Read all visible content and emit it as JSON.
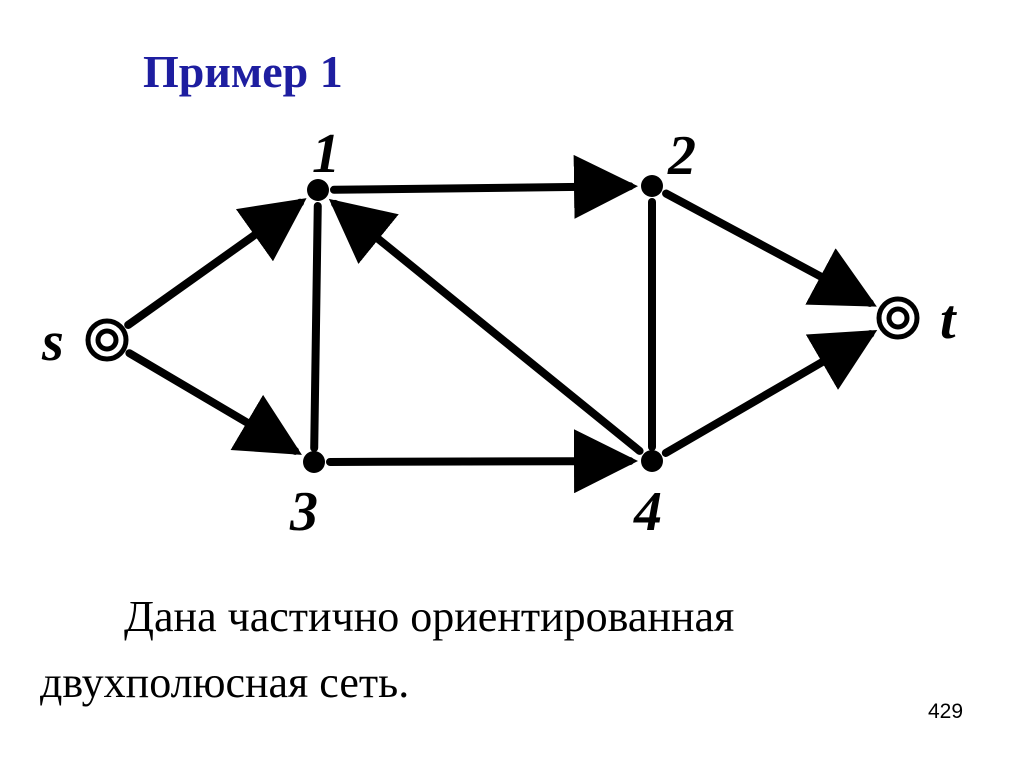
{
  "slide": {
    "title": "Пример 1",
    "description": "Дана частично ориентированная двухполюсная сеть.",
    "page_number": "429"
  },
  "graph": {
    "nodes": [
      {
        "id": "s",
        "label": "s",
        "kind": "pole"
      },
      {
        "id": "1",
        "label": "1",
        "kind": "vertex"
      },
      {
        "id": "2",
        "label": "2",
        "kind": "vertex"
      },
      {
        "id": "3",
        "label": "3",
        "kind": "vertex"
      },
      {
        "id": "4",
        "label": "4",
        "kind": "vertex"
      },
      {
        "id": "t",
        "label": "t",
        "kind": "pole"
      }
    ],
    "edges": [
      {
        "from": "s",
        "to": "1",
        "directed": true
      },
      {
        "from": "s",
        "to": "3",
        "directed": true
      },
      {
        "from": "1",
        "to": "2",
        "directed": true
      },
      {
        "from": "1",
        "to": "3",
        "directed": false
      },
      {
        "from": "4",
        "to": "1",
        "directed": true
      },
      {
        "from": "2",
        "to": "4",
        "directed": false
      },
      {
        "from": "3",
        "to": "4",
        "directed": true
      },
      {
        "from": "2",
        "to": "t",
        "directed": true
      },
      {
        "from": "4",
        "to": "t",
        "directed": true
      }
    ]
  }
}
